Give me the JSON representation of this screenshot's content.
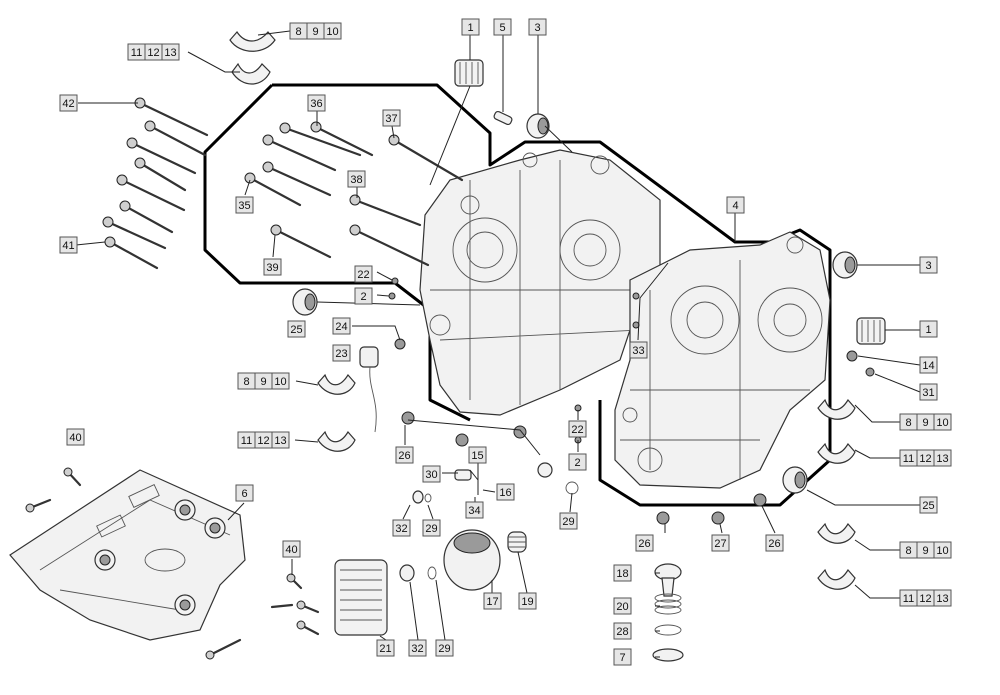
{
  "diagram": {
    "callouts": [
      {
        "id": "c-8-9-10-a",
        "labels": [
          "8",
          "9",
          "10"
        ]
      },
      {
        "id": "c-11-12-13-a",
        "labels": [
          "11",
          "12",
          "13"
        ]
      },
      {
        "id": "c-42",
        "labels": [
          "42"
        ]
      },
      {
        "id": "c-36",
        "labels": [
          "36"
        ]
      },
      {
        "id": "c-37",
        "labels": [
          "37"
        ]
      },
      {
        "id": "c-1-top",
        "labels": [
          "1"
        ]
      },
      {
        "id": "c-5",
        "labels": [
          "5"
        ]
      },
      {
        "id": "c-3-top",
        "labels": [
          "3"
        ]
      },
      {
        "id": "c-35",
        "labels": [
          "35"
        ]
      },
      {
        "id": "c-38",
        "labels": [
          "38"
        ]
      },
      {
        "id": "c-4",
        "labels": [
          "4"
        ]
      },
      {
        "id": "c-41",
        "labels": [
          "41"
        ]
      },
      {
        "id": "c-39",
        "labels": [
          "39"
        ]
      },
      {
        "id": "c-22-a",
        "labels": [
          "22"
        ]
      },
      {
        "id": "c-2-a",
        "labels": [
          "2"
        ]
      },
      {
        "id": "c-3-right",
        "labels": [
          "3"
        ]
      },
      {
        "id": "c-25-left",
        "labels": [
          "25"
        ]
      },
      {
        "id": "c-24",
        "labels": [
          "24"
        ]
      },
      {
        "id": "c-1-right",
        "labels": [
          "1"
        ]
      },
      {
        "id": "c-33",
        "labels": [
          "33"
        ]
      },
      {
        "id": "c-23",
        "labels": [
          "23"
        ]
      },
      {
        "id": "c-14",
        "labels": [
          "14"
        ]
      },
      {
        "id": "c-8-9-10-b",
        "labels": [
          "8",
          "9",
          "10"
        ]
      },
      {
        "id": "c-31",
        "labels": [
          "31"
        ]
      },
      {
        "id": "c-8-9-10-c",
        "labels": [
          "8",
          "9",
          "10"
        ]
      },
      {
        "id": "c-22-b",
        "labels": [
          "22"
        ]
      },
      {
        "id": "c-40-top",
        "labels": [
          "40"
        ]
      },
      {
        "id": "c-11-12-13-b",
        "labels": [
          "11",
          "12",
          "13"
        ]
      },
      {
        "id": "c-26-a",
        "labels": [
          "26"
        ]
      },
      {
        "id": "c-15",
        "labels": [
          "15"
        ]
      },
      {
        "id": "c-2-b",
        "labels": [
          "2"
        ]
      },
      {
        "id": "c-11-12-13-c",
        "labels": [
          "11",
          "12",
          "13"
        ]
      },
      {
        "id": "c-30",
        "labels": [
          "30"
        ]
      },
      {
        "id": "c-16",
        "labels": [
          "16"
        ]
      },
      {
        "id": "c-6",
        "labels": [
          "6"
        ]
      },
      {
        "id": "c-34",
        "labels": [
          "34"
        ]
      },
      {
        "id": "c-29-a",
        "labels": [
          "29"
        ]
      },
      {
        "id": "c-25-right",
        "labels": [
          "25"
        ]
      },
      {
        "id": "c-32-a",
        "labels": [
          "32"
        ]
      },
      {
        "id": "c-29-b",
        "labels": [
          "29"
        ]
      },
      {
        "id": "c-26-b",
        "labels": [
          "26"
        ]
      },
      {
        "id": "c-27",
        "labels": [
          "27"
        ]
      },
      {
        "id": "c-26-c",
        "labels": [
          "26"
        ]
      },
      {
        "id": "c-8-9-10-d",
        "labels": [
          "8",
          "9",
          "10"
        ]
      },
      {
        "id": "c-40-bottom",
        "labels": [
          "40"
        ]
      },
      {
        "id": "c-18",
        "labels": [
          "18"
        ]
      },
      {
        "id": "c-17",
        "labels": [
          "17"
        ]
      },
      {
        "id": "c-19",
        "labels": [
          "19"
        ]
      },
      {
        "id": "c-20",
        "labels": [
          "20"
        ]
      },
      {
        "id": "c-11-12-13-d",
        "labels": [
          "11",
          "12",
          "13"
        ]
      },
      {
        "id": "c-28",
        "labels": [
          "28"
        ]
      },
      {
        "id": "c-21",
        "labels": [
          "21"
        ]
      },
      {
        "id": "c-32-b",
        "labels": [
          "32"
        ]
      },
      {
        "id": "c-29-c",
        "labels": [
          "29"
        ]
      },
      {
        "id": "c-7",
        "labels": [
          "7"
        ]
      }
    ]
  }
}
